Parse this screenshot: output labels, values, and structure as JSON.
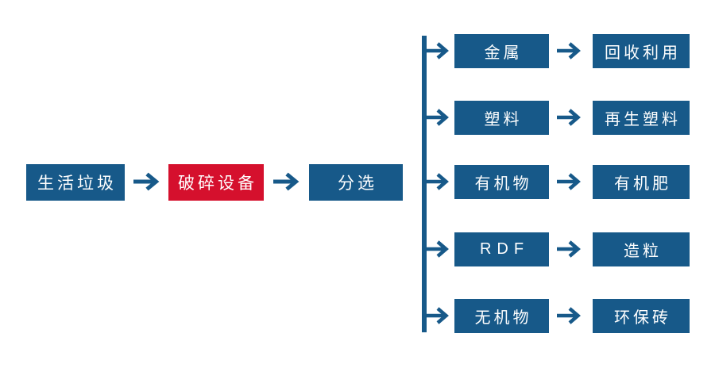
{
  "colors": {
    "node_blue": "#175989",
    "node_red": "#d5102d",
    "label_text": "#ffffff",
    "background": "#ffffff"
  },
  "diagram": {
    "type": "flowchart",
    "main_flow": [
      {
        "label": "生活垃圾"
      },
      {
        "label": "破碎设备",
        "highlight": true
      },
      {
        "label": "分选"
      }
    ],
    "branches": [
      {
        "material": "金属",
        "output": "回收利用"
      },
      {
        "material": "塑料",
        "output": "再生塑料"
      },
      {
        "material": "有机物",
        "output": "有机肥"
      },
      {
        "material": "RDF",
        "output": "造粒"
      },
      {
        "material": "无机物",
        "output": "环保砖"
      }
    ]
  }
}
